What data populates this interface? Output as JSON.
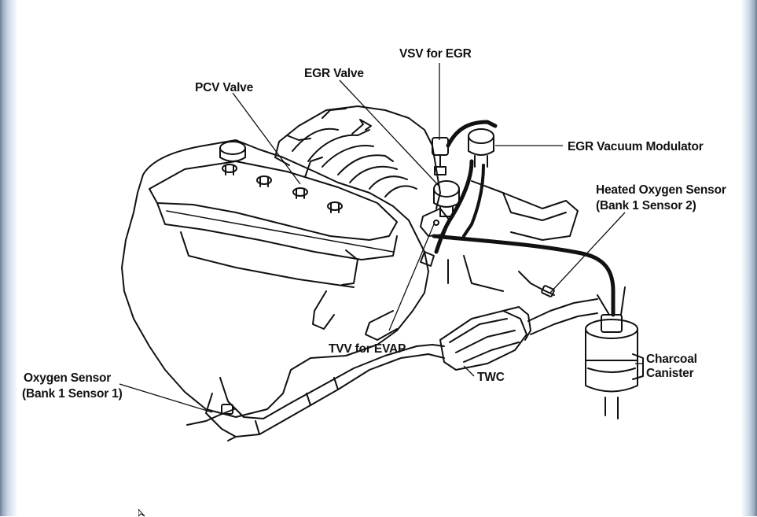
{
  "diagram": {
    "labels": {
      "vsv_egr": "VSV for EGR",
      "egr_valve": "EGR Valve",
      "pcv_valve": "PCV Valve",
      "egr_vacuum_modulator": "EGR Vacuum Modulator",
      "heated_o2_line1": "Heated Oxygen Sensor",
      "heated_o2_line2": "(Bank 1 Sensor 2)",
      "o2_line1": "Oxygen Sensor",
      "o2_line2": "(Bank 1 Sensor 1)",
      "tvv_evap": "TVV for EVAP",
      "twc": "TWC",
      "canister_line1": "Charcoal",
      "canister_line2": "Canister"
    }
  },
  "colors": {
    "ink": "#111111",
    "frame": "#9fb0c4",
    "background": "#ffffff"
  },
  "icons": {
    "cursor": "arrow-cursor-icon"
  }
}
